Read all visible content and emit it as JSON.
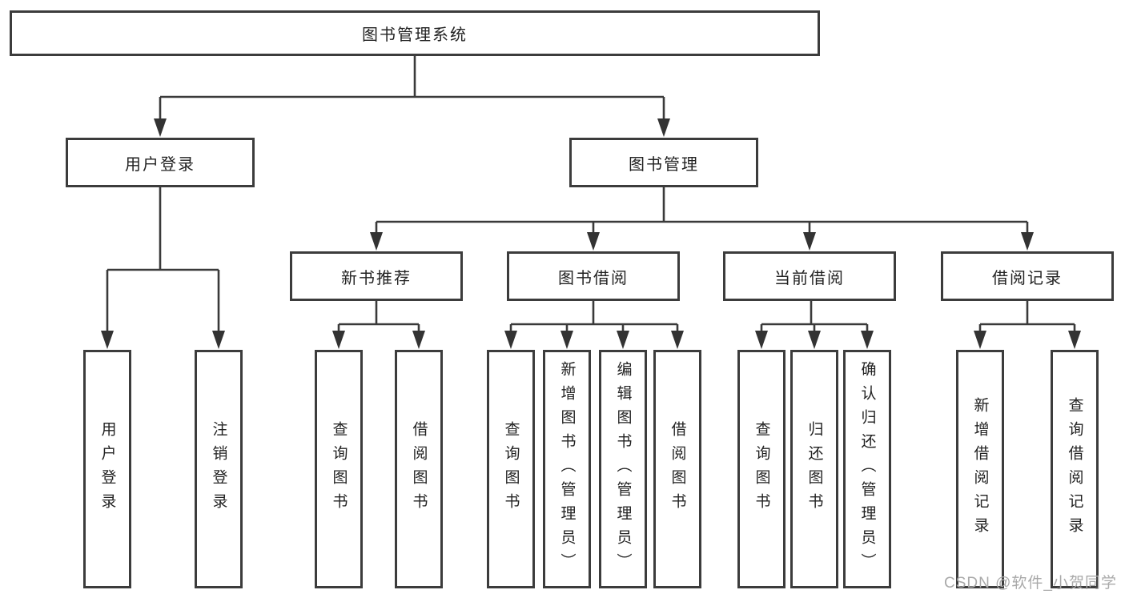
{
  "tree": {
    "root": {
      "label": "图书管理系统"
    },
    "branches": [
      {
        "label": "用户登录",
        "children": [
          {
            "label": "用户登录"
          },
          {
            "label": "注销登录"
          }
        ]
      },
      {
        "label": "图书管理",
        "children": [
          {
            "label": "新书推荐",
            "children": [
              {
                "label": "查询图书"
              },
              {
                "label": "借阅图书"
              }
            ]
          },
          {
            "label": "图书借阅",
            "children": [
              {
                "label": "查询图书"
              },
              {
                "label": "新增图书（管理员）"
              },
              {
                "label": "编辑图书（管理员）"
              },
              {
                "label": "借阅图书"
              }
            ]
          },
          {
            "label": "当前借阅",
            "children": [
              {
                "label": "查询图书"
              },
              {
                "label": "归还图书"
              },
              {
                "label": "确认归还（管理员）"
              }
            ]
          },
          {
            "label": "借阅记录",
            "children": [
              {
                "label": "新增借阅记录"
              },
              {
                "label": "查询借阅记录"
              }
            ]
          }
        ]
      }
    ]
  },
  "watermark": {
    "text": "CSDN @软件_小贺同学"
  },
  "colors": {
    "line": "#3a3a3a",
    "box_border": "#3c3c3c",
    "text": "#222222",
    "watermark": "#a9a9a9",
    "background": "#ffffff"
  }
}
